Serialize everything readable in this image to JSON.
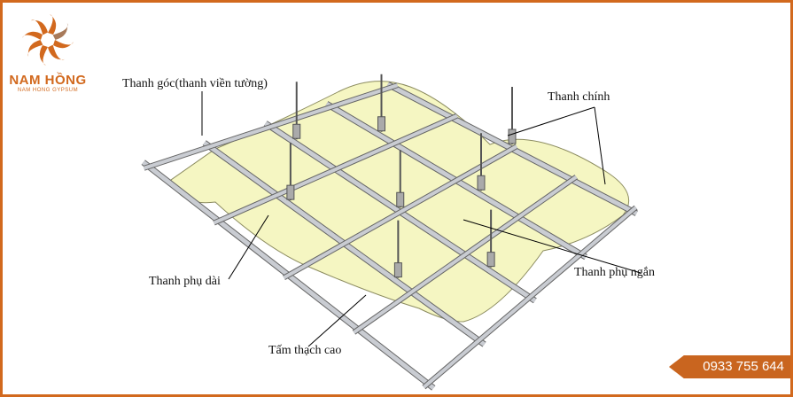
{
  "logo": {
    "brand": "NAM HỒNG",
    "subtitle": "NAM HONG GYPSUM"
  },
  "labels": {
    "edge": "Thanh góc(thanh viền tường)",
    "main": "Thanh chính",
    "long_cross": "Thanh phụ dài",
    "short_cross": "Thanh phụ ngắn",
    "board": "Tấm thạch cao"
  },
  "contact": {
    "phone": "0933 755 644"
  },
  "colors": {
    "accent": "#d2691e",
    "board": "#f5f6c2",
    "metal": "#c9ccd2"
  }
}
